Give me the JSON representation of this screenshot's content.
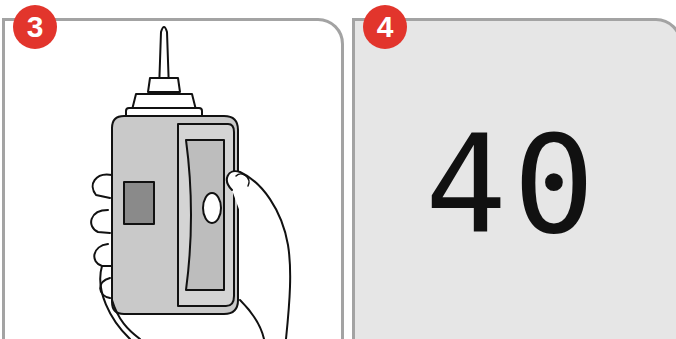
{
  "diagram": {
    "nodes": [
      {
        "text": [
          "3"
        ]
      },
      {
        "text": [
          "4",
          "40"
        ]
      }
    ]
  }
}
